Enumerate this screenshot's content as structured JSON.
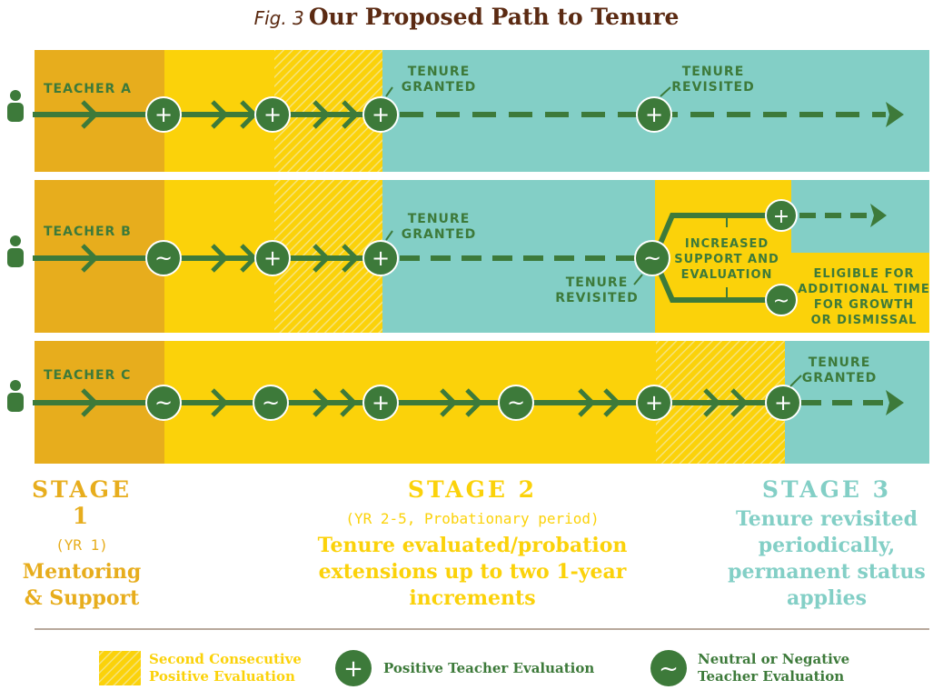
{
  "title": {
    "fig": "Fig. 3",
    "main": "Our Proposed Path to Tenure"
  },
  "teachers": {
    "a": {
      "label": "TEACHER A"
    },
    "b": {
      "label": "TEACHER B"
    },
    "c": {
      "label": "TEACHER C"
    }
  },
  "annotations": {
    "a_granted": [
      "TENURE",
      "GRANTED"
    ],
    "a_revisited": [
      "TENURE",
      "REVISITED"
    ],
    "b_granted": [
      "TENURE",
      "GRANTED"
    ],
    "b_revisited": [
      "TENURE",
      "REVISITED"
    ],
    "b_support": [
      "INCREASED",
      "SUPPORT AND",
      "EVALUATION"
    ],
    "b_eligible": [
      "ELIGIBLE FOR",
      "ADDITIONAL TIME",
      "FOR GROWTH",
      "OR DISMISSAL"
    ],
    "c_granted": [
      "TENURE",
      "GRANTED"
    ]
  },
  "stages": [
    {
      "heading": "STAGE 1",
      "years": "(YR 1)",
      "description": "Mentoring & Support"
    },
    {
      "heading": "STAGE 2",
      "years": "(YR 2-5, Probationary period)",
      "description": "Tenure evaluated/probation extensions up to two 1-year increments"
    },
    {
      "heading": "STAGE 3",
      "years": "",
      "description": "Tenure revisited periodically, permanent status applies"
    }
  ],
  "legend": {
    "hatched": "Second Consecutive Positive Evaluation",
    "positive": "Positive Teacher Evaluation",
    "neutral": "Neutral or Negative Teacher Evaluation"
  },
  "symbols": {
    "positive": "+",
    "neutral": "~"
  },
  "colors": {
    "stage1": "#e7ad1d",
    "stage2": "#fbd20a",
    "stage3": "#83cfc6",
    "path": "#3d7a3a",
    "title": "#5b2a12",
    "stage3_text": "#83cfc6"
  }
}
